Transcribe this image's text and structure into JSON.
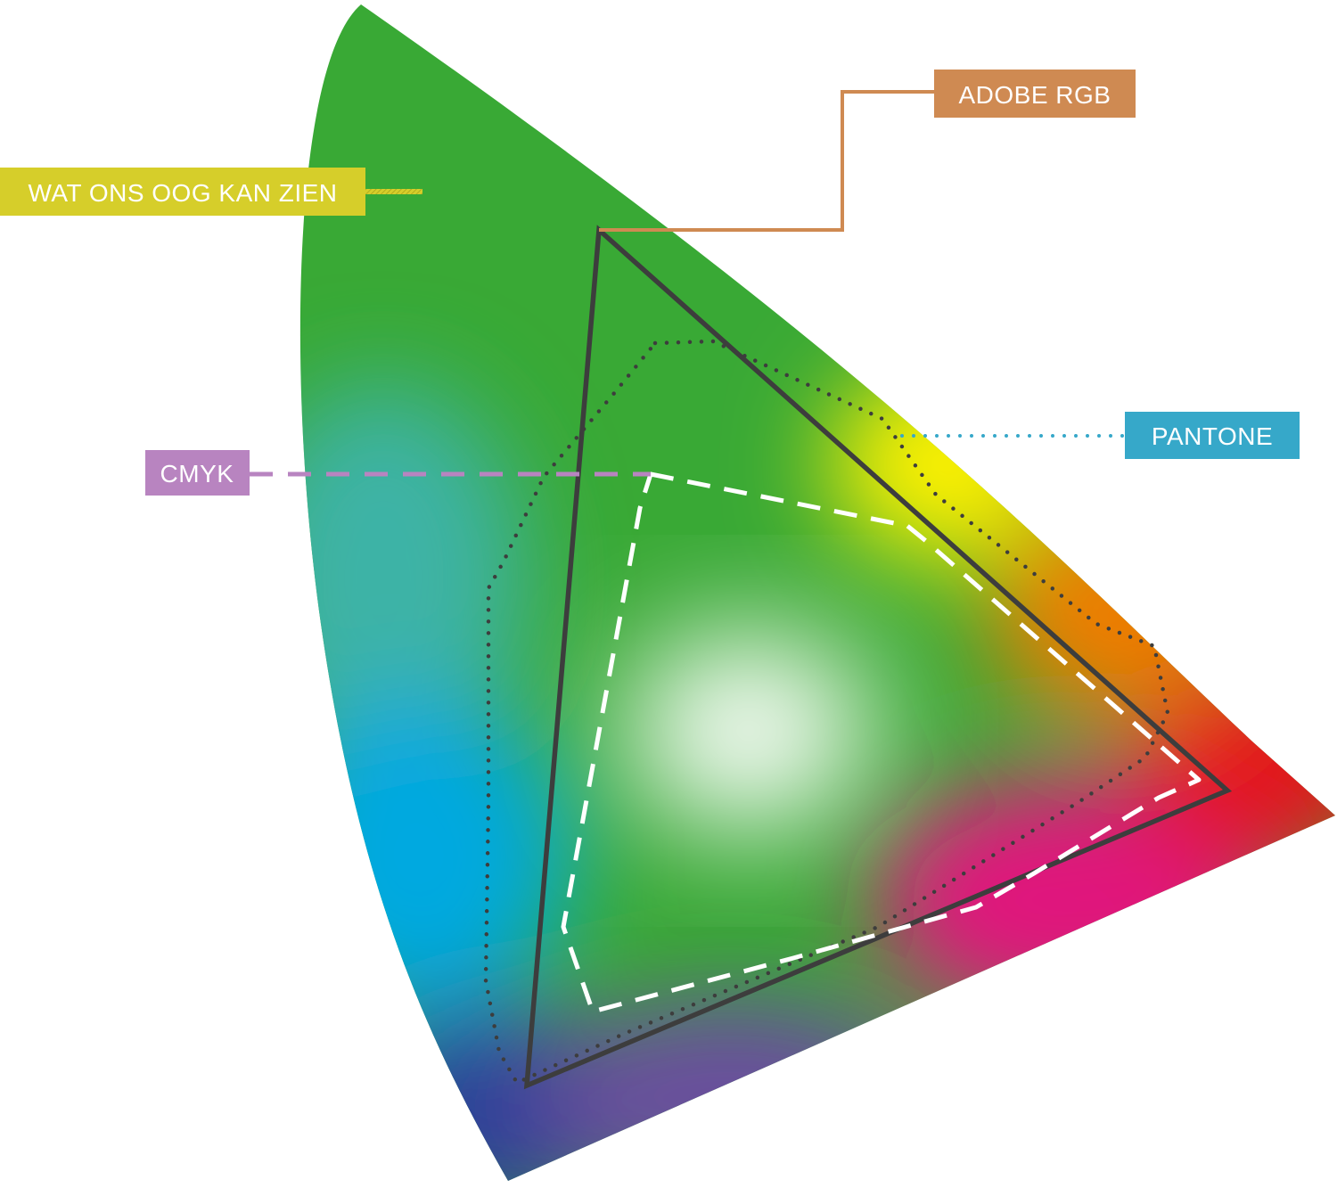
{
  "labels": {
    "eye": {
      "text": "WAT ONS OOG KAN ZIEN",
      "color": "#d6ce2a"
    },
    "adobe_rgb": {
      "text": "ADOBE RGB",
      "color": "#cf8a52"
    },
    "pantone": {
      "text": "PANTONE",
      "color": "#36a8c9"
    },
    "cmyk": {
      "text": "CMYK",
      "color": "#b884c0"
    }
  },
  "colors": {
    "green": "#39a935",
    "teal": "#3cb3a6",
    "cyan": "#00a9e0",
    "blue": "#2a3f9a",
    "violet": "#6a4d9f",
    "magenta": "#e0157d",
    "red": "#e4141d",
    "orange": "#ef7d00",
    "yellow": "#fff200",
    "white_point": "#ffffff",
    "adobe_outline": "#3d3d3d",
    "pantone_outline": "#3d3d3d",
    "cmyk_outline": "#ffffff"
  }
}
